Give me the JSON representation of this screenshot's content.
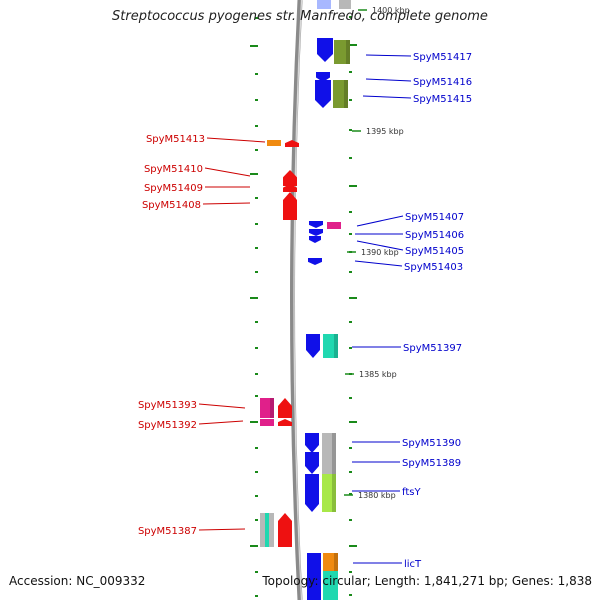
{
  "header": {
    "title": "Streptococcus pyogenes str. Manfredo, complete genome"
  },
  "footer": {
    "accession": "Accession: NC_009332",
    "summary": "Topology: circular; Length: 1,841,271 bp; Genes: 1,838"
  },
  "scale_labels": [
    "1400 kbp",
    "1395 kbp",
    "1390 kbp",
    "1385 kbp",
    "1380 kbp"
  ],
  "genes_right": [
    "SpyM51417",
    "SpyM51416",
    "SpyM51415",
    "SpyM51407",
    "SpyM51406",
    "SpyM51405",
    "SpyM51403",
    "SpyM51397",
    "SpyM51390",
    "SpyM51389",
    "ftsY",
    "licT"
  ],
  "genes_left": [
    "SpyM51413",
    "SpyM51410",
    "SpyM51409",
    "SpyM51408",
    "SpyM51393",
    "SpyM51392",
    "SpyM51387"
  ],
  "colors": {
    "backbone": "#8a8a8a",
    "tick": "#1a8a1a",
    "forward_label": "#0000cc",
    "reverse_label": "#cc0000",
    "cds_blue": "#1010e8",
    "cds_red": "#ee1111",
    "cog_olive": "#7a9a30",
    "cog_orange": "#f08a10",
    "cog_magenta": "#e0208a",
    "cog_teal": "#20d8b0",
    "cog_grey": "#b8b8b8",
    "cog_lime": "#a8e848"
  }
}
